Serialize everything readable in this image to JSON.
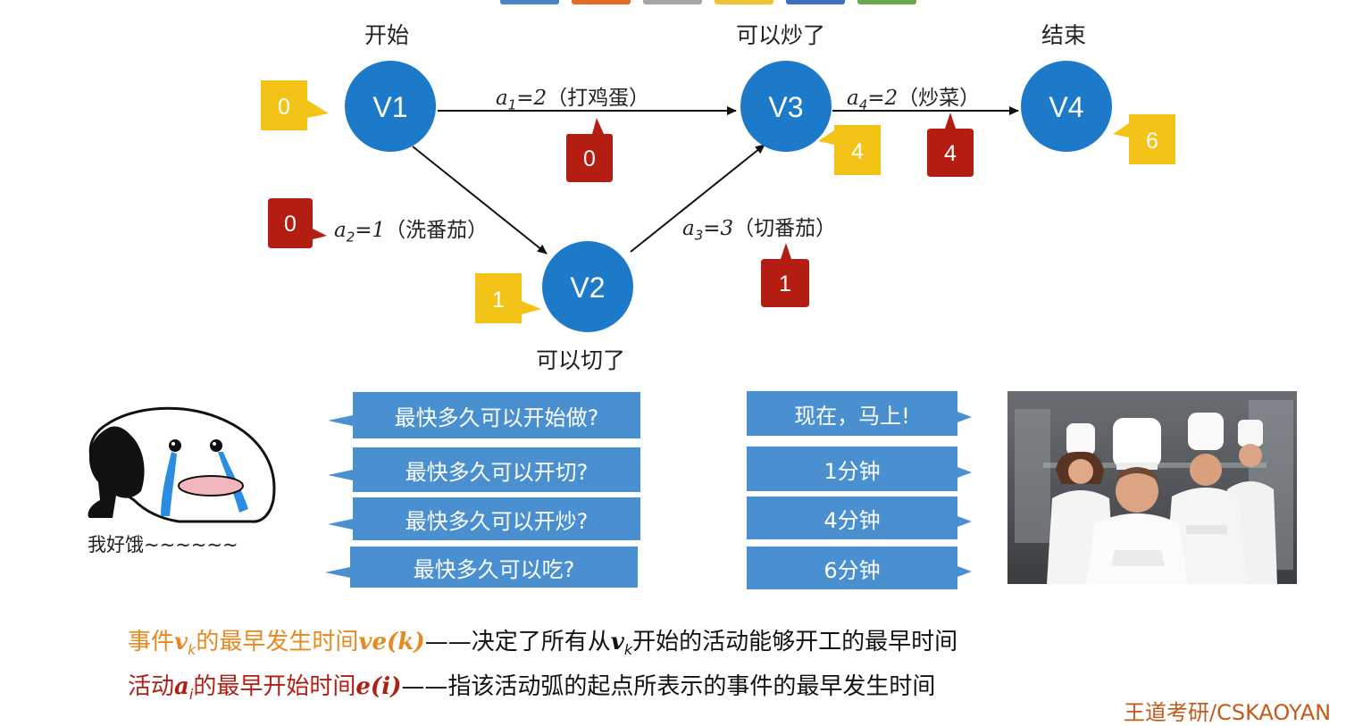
{
  "colors": {
    "node": "#1d7ac8",
    "edge": "#111111",
    "earliest_tag": "#f3c417",
    "activity_tag": "#b41d12",
    "bubble": "#4a90d0",
    "event_text": "#e8891f",
    "activity_text": "#b01e16"
  },
  "top_bar_colors": [
    "#4a86c6",
    "#e46c27",
    "#a6a6a6",
    "#f1c232",
    "#3d6fc2",
    "#6aa84f"
  ],
  "nodes": [
    {
      "label": "V1",
      "caption": "开始"
    },
    {
      "label": "V2",
      "caption": "可以切了"
    },
    {
      "label": "V3",
      "caption": "可以炒了"
    },
    {
      "label": "V4",
      "caption": "结束"
    }
  ],
  "edges": [
    {
      "var": "a",
      "sub": "1",
      "value": "=2",
      "desc": "（打鸡蛋）"
    },
    {
      "var": "a",
      "sub": "2",
      "value": "=1",
      "desc": "（洗番茄）"
    },
    {
      "var": "a",
      "sub": "3",
      "value": "=3",
      "desc": "（切番茄）"
    },
    {
      "var": "a",
      "sub": "4",
      "value": "=2",
      "desc": "（炒菜）"
    }
  ],
  "event_earliest": [
    "0",
    "1",
    "4",
    "6"
  ],
  "activity_earliest": [
    "0",
    "0",
    "1",
    "4"
  ],
  "questions": [
    "最快多久可以开始做?",
    "最快多久可以开切?",
    "最快多久可以开炒?",
    "最快多久可以吃?"
  ],
  "answers": [
    "现在，马上!",
    "1分钟",
    "4分钟",
    "6分钟"
  ],
  "emoji_caption": "我好饿~~~~~~",
  "footer": {
    "line1": {
      "lead1": "事件",
      "v": "v",
      "k": "k",
      "lead2": "的最早发生时间",
      "expr": "ve(k)",
      "dash": "——",
      "desc1": "决定了所有从",
      "desc2": "开始的活动能够开工的最早时间"
    },
    "line2": {
      "lead1": "活动",
      "a": "a",
      "i": "i",
      "lead2": "的最早开始时间",
      "expr": "e(i)",
      "dash": "——",
      "desc": "指该活动弧的起点所表示的事件的最早发生时间"
    }
  },
  "watermark": "王道考研/CSKAOYAN"
}
